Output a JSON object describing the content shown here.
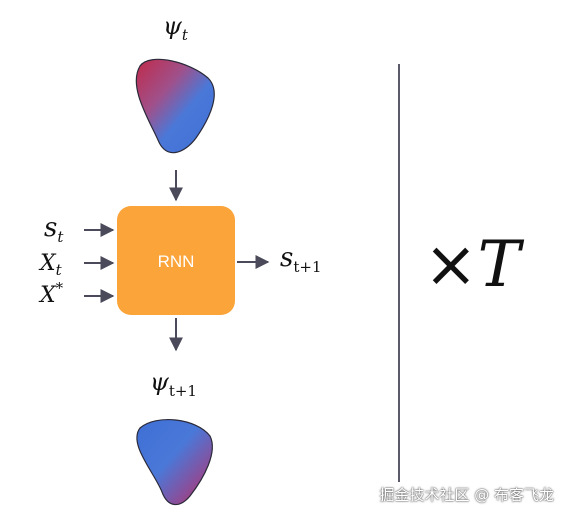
{
  "diagram": {
    "top_state": {
      "symbol": "ψ",
      "subscript": "t"
    },
    "bottom_state": {
      "symbol": "ψ",
      "subscript": "t+1"
    },
    "inputs": [
      {
        "symbol": "s",
        "subscript": "t",
        "superscript": ""
      },
      {
        "symbol": "X",
        "subscript": "t",
        "superscript": ""
      },
      {
        "symbol": "X",
        "subscript": "",
        "superscript": "*"
      }
    ],
    "output": {
      "symbol": "s",
      "subscript": "t+1"
    },
    "block_label": "RNN",
    "repeat": {
      "times": "×",
      "symbol": "T"
    }
  },
  "colors": {
    "rnn_block": "#FBA43A",
    "arrow": "#4a4a5a",
    "divider": "#5a5a6a",
    "blob_blue": "#4A78D8",
    "blob_red": "#C02A4A"
  },
  "watermark": "掘金技术社区 @ 布客飞龙"
}
